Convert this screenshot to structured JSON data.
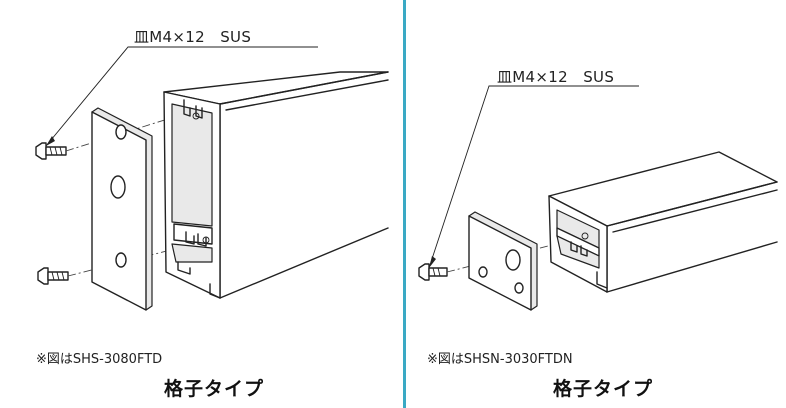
{
  "left": {
    "callout": "皿M4×12　SUS",
    "note": "※図はSHS-3080FTD",
    "caption": "格子タイプ"
  },
  "right": {
    "callout": "皿M4×12　SUS",
    "note": "※図はSHSN-3030FTDN",
    "caption": "格子タイプ"
  },
  "colors": {
    "divider": "#3aa9c4",
    "line": "#222222"
  }
}
